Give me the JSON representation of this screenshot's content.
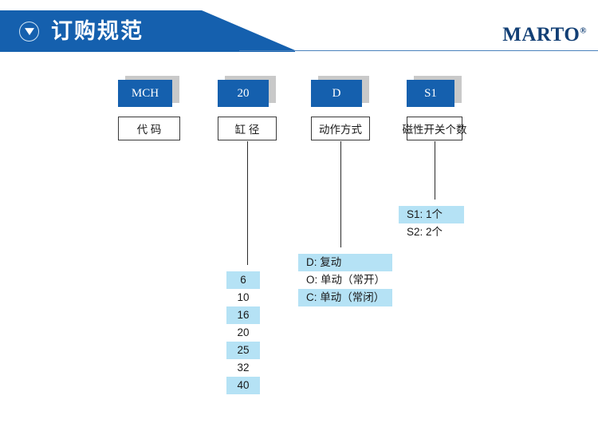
{
  "header": {
    "title": "订购规范",
    "icon": "triangle-down-circle-icon",
    "brand": "MARTO",
    "brand_mark": "®",
    "banner_color": "#1560ae",
    "brand_color": "#123f75"
  },
  "diagram": {
    "highlight_color": "#b5e2f5",
    "columns": [
      {
        "code": "MCH",
        "label": "代 码",
        "has_connector": false,
        "options": []
      },
      {
        "code": "20",
        "label": "缸 径",
        "has_connector": true,
        "options": [
          {
            "text": "6",
            "selected": true
          },
          {
            "text": "10",
            "selected": false
          },
          {
            "text": "16",
            "selected": true
          },
          {
            "text": "20",
            "selected": false
          },
          {
            "text": "25",
            "selected": true
          },
          {
            "text": "32",
            "selected": false
          },
          {
            "text": "40",
            "selected": true
          }
        ]
      },
      {
        "code": "D",
        "label": "动作方式",
        "has_connector": true,
        "options": [
          {
            "text": "D: 复动",
            "selected": true
          },
          {
            "text": "O: 单动（常开）",
            "selected": false
          },
          {
            "text": "C: 单动（常闭）",
            "selected": true
          }
        ]
      },
      {
        "code": "S1",
        "label": "磁性开关个数",
        "has_connector": true,
        "options": [
          {
            "text": "S1: 1个",
            "selected": true
          },
          {
            "text": "S2: 2个",
            "selected": false
          }
        ]
      }
    ]
  }
}
